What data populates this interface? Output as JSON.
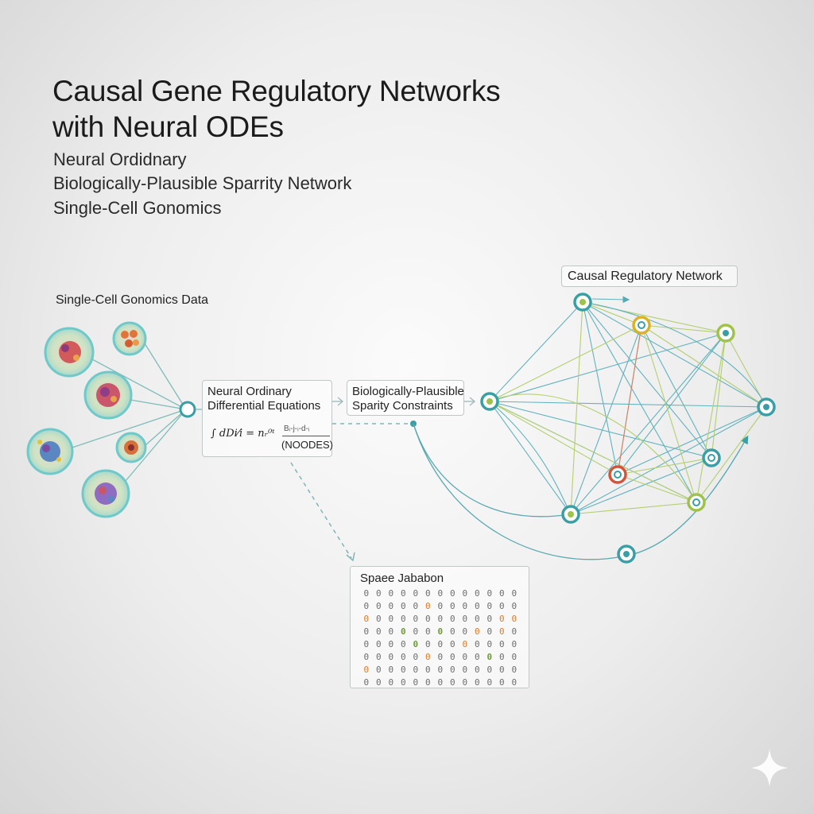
{
  "title_line1": "Causal Gene Regulatory Networks",
  "title_line2": "with Neural ODEs",
  "subtitle_lines": [
    "Neural Ordidnary",
    "Biologically-Plausible Sparrity Network",
    "Single-Cell Gonomics"
  ],
  "data_label": "Single-Cell Gonomics Data",
  "node_box": {
    "line1": "Neural Ordinary",
    "line2": "Differential Equations",
    "formula_left": "∫ dDi⁄i = nᵣ⁰ᵗ",
    "formula_top": "Bᵢ-j-ᵢ-d-ᵢ",
    "formula_bottom": "(NOODES)"
  },
  "sparsity_box": {
    "line1": "Biologically-Plausible",
    "line2": "Sparity Constraints"
  },
  "network_label": "Causal Regulatory Network",
  "matrix": {
    "title": "Spaee Jababon",
    "rows": [
      [
        "0",
        "0",
        "0",
        "0",
        "0",
        "0",
        "0",
        "0",
        "0",
        "0",
        "0",
        "0",
        "0"
      ],
      [
        "0",
        "0",
        "0",
        "0",
        "0",
        "o",
        "0",
        "0",
        "0",
        "0",
        "0",
        "0",
        "0"
      ],
      [
        "o",
        "0",
        "0",
        "0",
        "0",
        "0",
        "0",
        "0",
        "0",
        "0",
        "0",
        "o",
        "o"
      ],
      [
        "0",
        "0",
        "0",
        "g",
        "0",
        "0",
        "g",
        "0",
        "0",
        "o",
        "0",
        "o",
        "0"
      ],
      [
        "0",
        "0",
        "0",
        "0",
        "g",
        "0",
        "0",
        "0",
        "o",
        "0",
        "0",
        "0",
        "0"
      ],
      [
        "0",
        "0",
        "0",
        "0",
        "0",
        "o",
        "0",
        "0",
        "0",
        "0",
        "g",
        "0",
        "0"
      ],
      [
        "o",
        "0",
        "0",
        "0",
        "0",
        "0",
        "0",
        "0",
        "0",
        "0",
        "0",
        "0",
        "0"
      ],
      [
        "0",
        "0",
        "0",
        "0",
        "0",
        "0",
        "0",
        "0",
        "0",
        "0",
        "0",
        "0",
        "0"
      ]
    ]
  },
  "colors": {
    "teal": "#3a9fa4",
    "lime": "#9fc24a",
    "gold": "#d9b227",
    "red": "#d2553a",
    "dash": "#7fb6b3"
  }
}
